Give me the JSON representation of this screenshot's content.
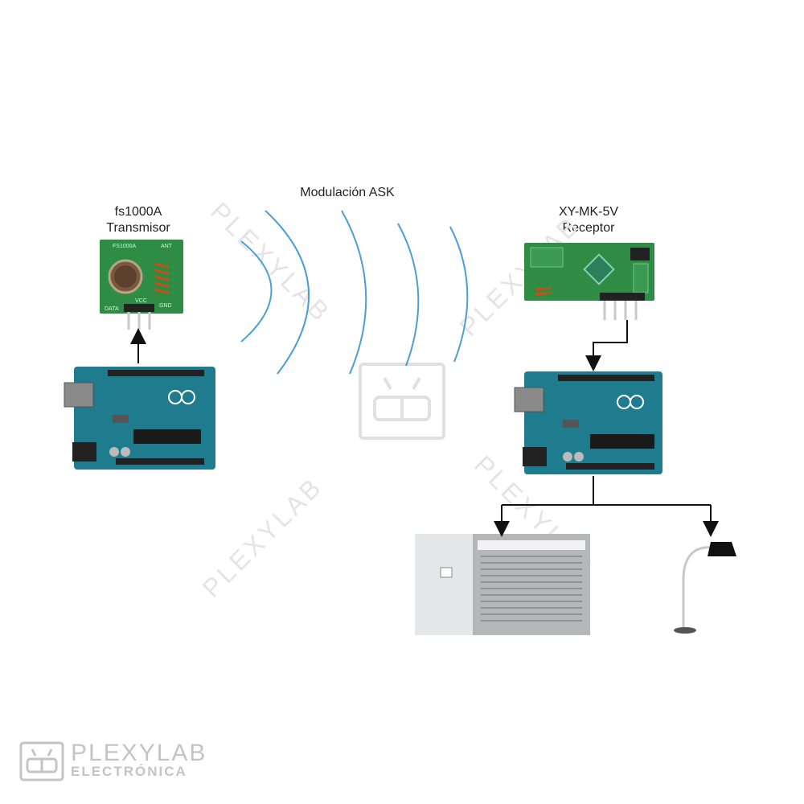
{
  "title": "Modulación ASK",
  "transmitter": {
    "model": "fs1000A",
    "role": "Transmisor"
  },
  "receiver": {
    "model": "XY-MK-5V",
    "role": "Receptor"
  },
  "watermark": "PLEXYLAB",
  "logo": {
    "line1": "PLEXYLAB",
    "line2": "ELECTRÓNICA"
  },
  "colors": {
    "board": "#1f7b8e",
    "rf_module": "#2e8c44",
    "wave": "#4a9fd6",
    "arrow": "#111111"
  }
}
